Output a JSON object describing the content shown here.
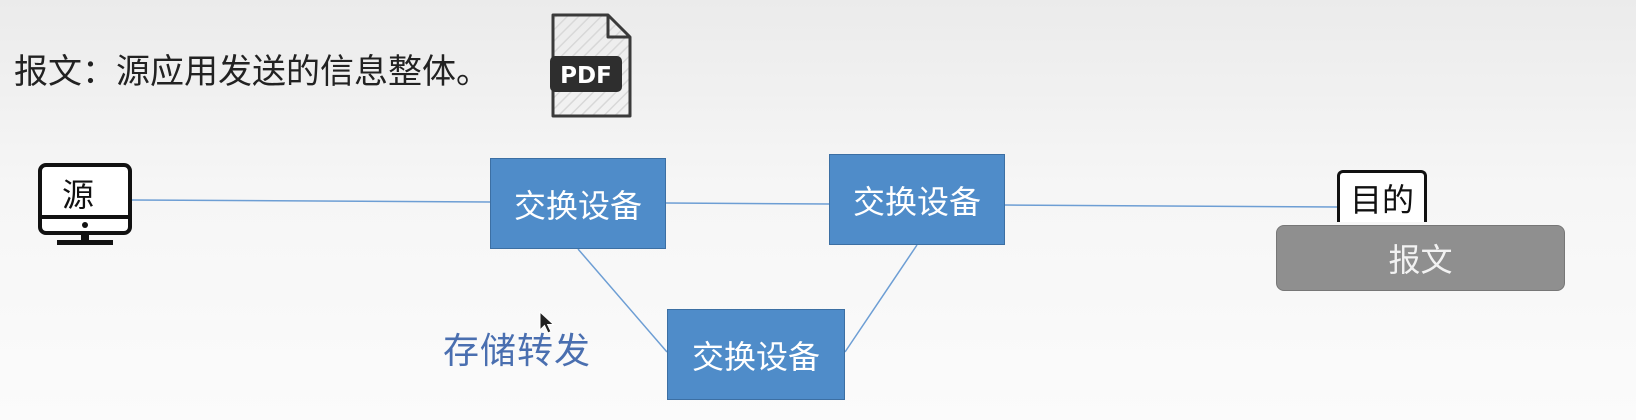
{
  "definition": {
    "text": "报文：源应用发送的信息整体。"
  },
  "file_icon": {
    "icon": "pdf-file-icon",
    "label": "PDF"
  },
  "source": {
    "label": "源",
    "icon": "computer-icon"
  },
  "switches": [
    {
      "label": "交换设备"
    },
    {
      "label": "交换设备"
    },
    {
      "label": "交换设备"
    }
  ],
  "destination": {
    "label": "目的",
    "message_label": "报文"
  },
  "annotation": {
    "text": "存储转发"
  },
  "colors": {
    "switch_fill": "#4f8cc9",
    "link": "#6d9ed4",
    "packet": "#8f8f8f",
    "annotation": "#4a6fb0"
  }
}
